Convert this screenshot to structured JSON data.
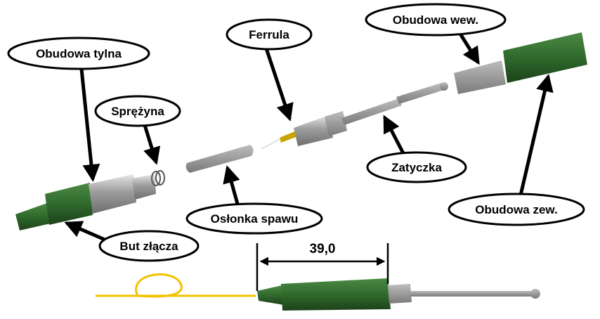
{
  "labels": {
    "obudowa_tylna": "Obudowa tylna",
    "sprezyna": "Sprężyna",
    "ferrula": "Ferrula",
    "obudowa_wew": "Obudowa wew.",
    "zatyczka": "Zatyczka",
    "oslonka_spawu": "Osłonka spawu",
    "but_zlacza": "But złącza",
    "obudowa_zew": "Obudowa zew."
  },
  "dimension": {
    "value": "39,0"
  },
  "colors": {
    "boot_green": "#2f5e2a",
    "housing_green": "#2f6a2c",
    "metal": "#a6a6a6",
    "fiber_yellow": "#f2c200",
    "outline": "#000000"
  }
}
